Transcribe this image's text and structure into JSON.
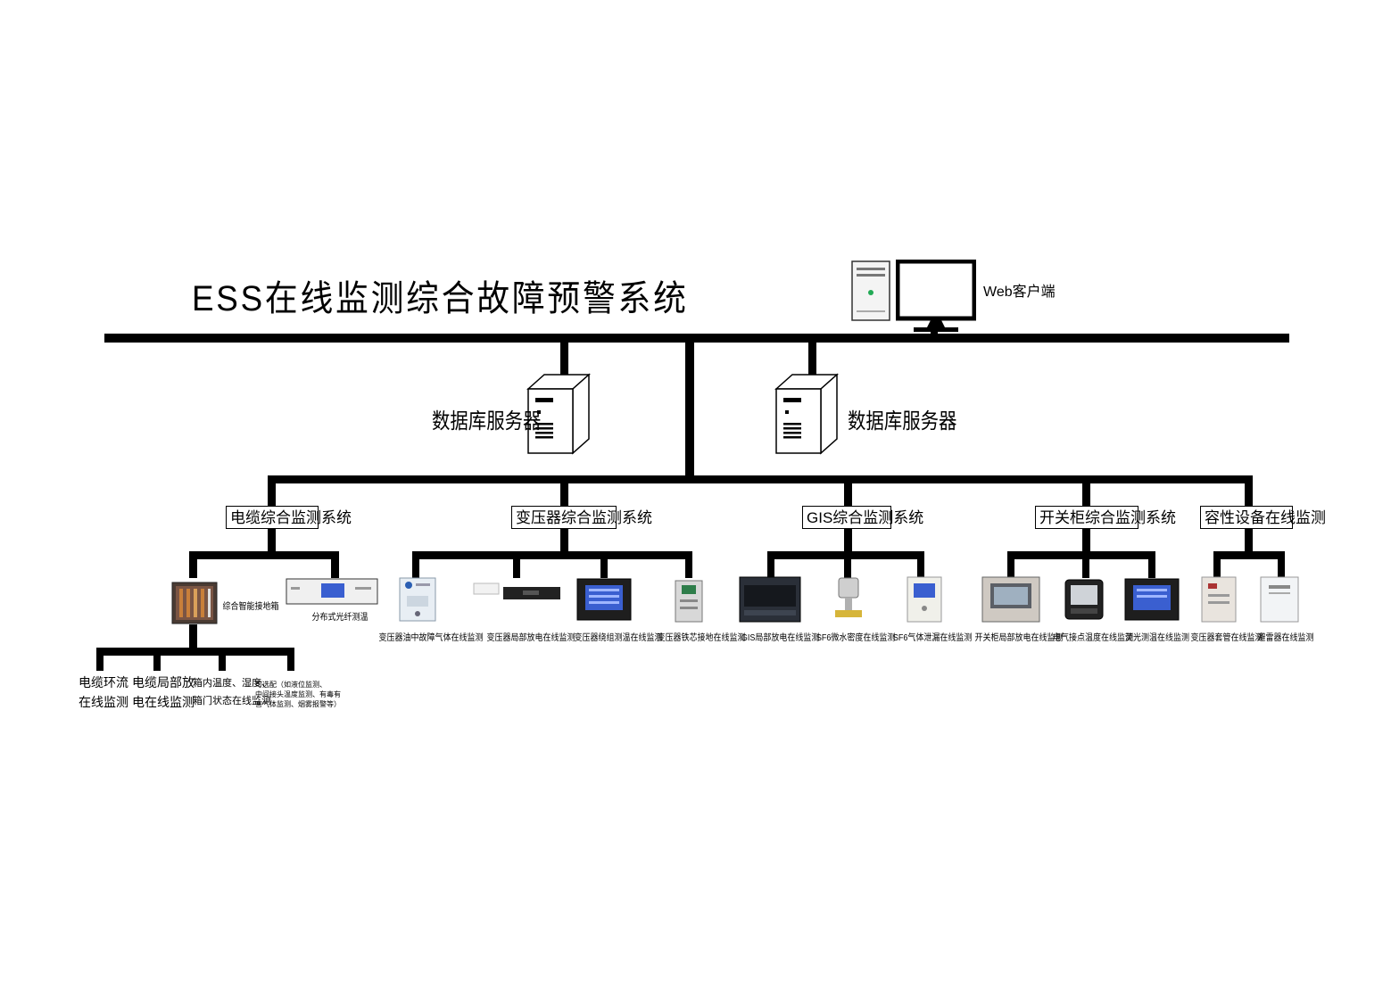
{
  "title": "ESS在线监测综合故障预警系统",
  "web_client": "Web客户端",
  "servers": [
    {
      "label": "数据库服务器"
    },
    {
      "label": "数据库服务器"
    }
  ],
  "subsystems": [
    {
      "label": "电缆综合监测系统"
    },
    {
      "label": "变压器综合监测系统"
    },
    {
      "label": "GIS综合监测系统"
    },
    {
      "label": "开关柜综合监测系统"
    },
    {
      "label": "容性设备在线监测"
    }
  ],
  "cable": {
    "grounding_box": "综合智能接地箱",
    "fiber": "分布式光纤测温",
    "sub": [
      {
        "line1": "电缆环流",
        "line2": "在线监测"
      },
      {
        "line1": "电缆局部放",
        "line2": "电在线监测"
      },
      {
        "line1": "箱内温度、湿度、",
        "line2": "箱门状态在线监测"
      },
      {
        "line1": "可选配（如液位监测、",
        "line2": "中间接头温度监测、有毒有",
        "line3": "害气体监测、烟雾报警等）"
      }
    ]
  },
  "devices": [
    {
      "label": "变压器油中故障气体在线监测"
    },
    {
      "label": "变压器局部放电在线监测"
    },
    {
      "label": "变压器绕组测温在线监测"
    },
    {
      "label": "变压器铁芯接地在线监测"
    },
    {
      "label": "GIS局部放电在线监测"
    },
    {
      "label": "SF6微水密度在线监测"
    },
    {
      "label": "SF6气体泄漏在线监测"
    },
    {
      "label": "开关柜局部放电在线监测"
    },
    {
      "label": "电气接点温度在线监测"
    },
    {
      "label": "荧光测温在线监测"
    },
    {
      "label": "变压器套管在线监测"
    },
    {
      "label": "避雷器在线监测"
    }
  ],
  "colors": {
    "line": "#000000",
    "led": "#22aa55",
    "screen": "#3a5fd0"
  }
}
